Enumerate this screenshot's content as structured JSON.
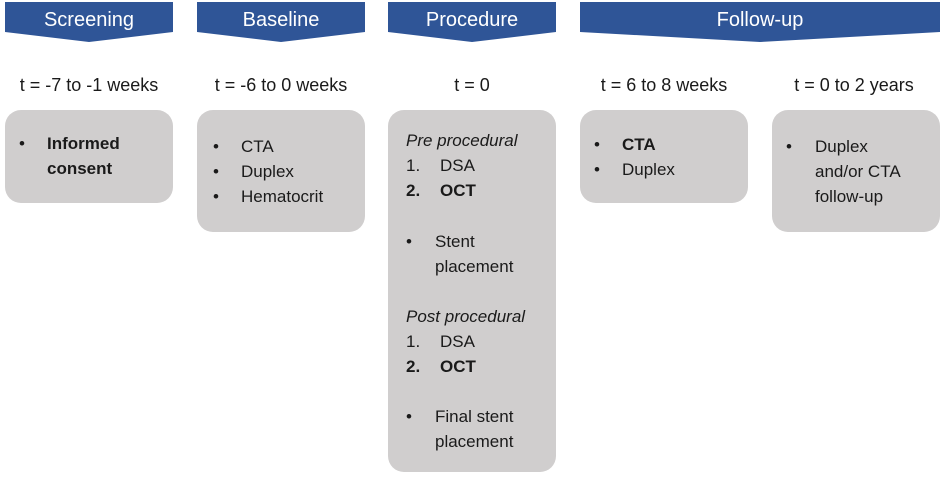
{
  "colors": {
    "banner": "#2f5597",
    "box": "#d0cece"
  },
  "phases": [
    {
      "label": "Screening"
    },
    {
      "label": "Baseline"
    },
    {
      "label": "Procedure"
    },
    {
      "label": "Follow-up"
    }
  ],
  "timepoints": [
    "t = -7 to -1 weeks",
    "t = -6 to 0 weeks",
    "t = 0",
    "t = 6 to 8 weeks",
    "t = 0 to 2 years"
  ],
  "screening": {
    "bullet": "•",
    "line1": "Informed",
    "line2": "consent"
  },
  "baseline": {
    "bullet": "•",
    "items": [
      "CTA",
      "Duplex",
      "Hematocrit"
    ]
  },
  "procedure": {
    "pre_header": "Pre procedural",
    "pre_items": [
      {
        "num": "1.",
        "text": "DSA"
      },
      {
        "num": "2.",
        "text": "OCT"
      }
    ],
    "bullet": "•",
    "stent_line1": "Stent",
    "stent_line2": "placement",
    "post_header": "Post procedural",
    "post_items": [
      {
        "num": "1.",
        "text": "DSA"
      },
      {
        "num": "2.",
        "text": "OCT"
      }
    ],
    "final_line1": "Final stent",
    "final_line2": "placement"
  },
  "followup_short": {
    "bullet": "•",
    "items": [
      "CTA",
      "Duplex"
    ]
  },
  "followup_long": {
    "bullet": "•",
    "line1": "Duplex",
    "line2": "and/or CTA",
    "line3": "follow-up"
  }
}
